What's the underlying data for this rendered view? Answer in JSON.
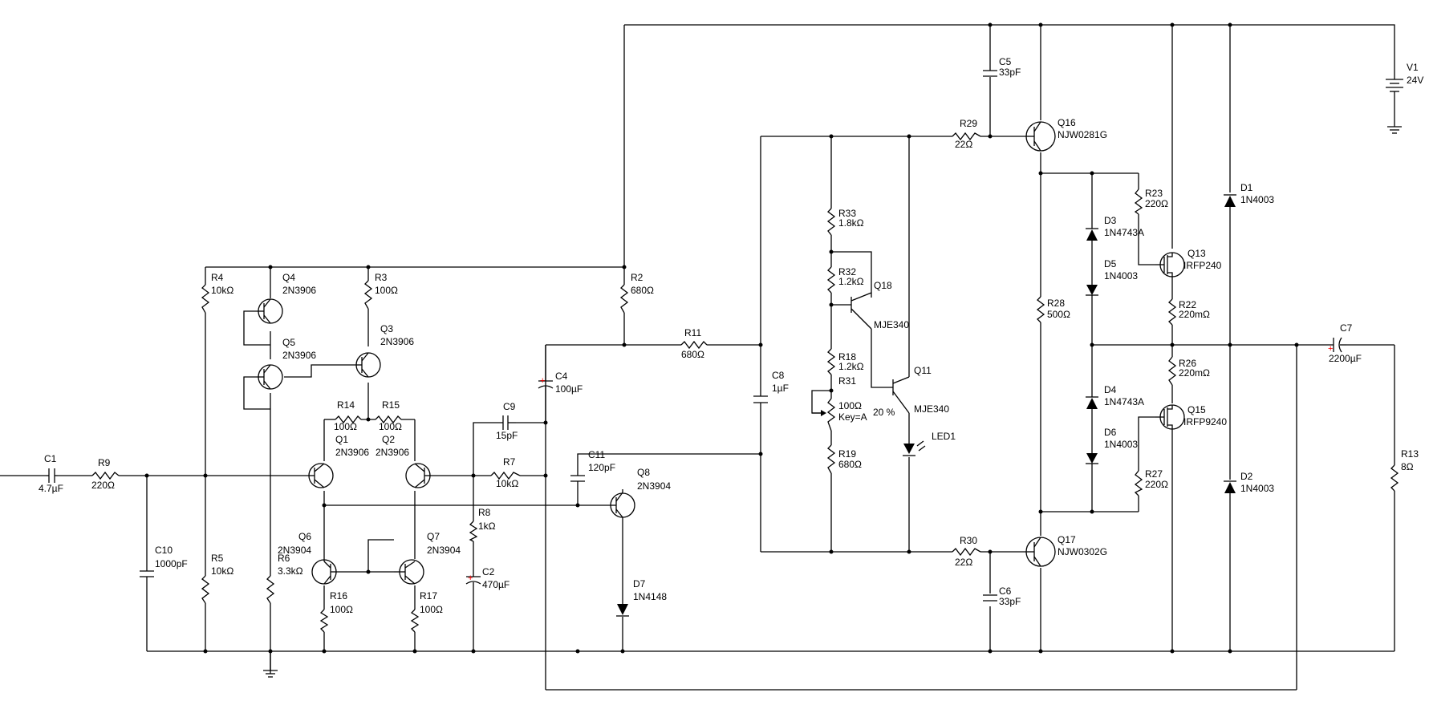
{
  "components": [
    {
      "ref": "C1",
      "value": "4.7µF"
    },
    {
      "ref": "R9",
      "value": "220Ω"
    },
    {
      "ref": "C10",
      "value": "1000pF"
    },
    {
      "ref": "R4",
      "value": "10kΩ"
    },
    {
      "ref": "R5",
      "value": "10kΩ"
    },
    {
      "ref": "R6",
      "value": "3.3kΩ"
    },
    {
      "ref": "Q4",
      "value": "2N3906"
    },
    {
      "ref": "Q5",
      "value": "2N3906"
    },
    {
      "ref": "R3",
      "value": "100Ω"
    },
    {
      "ref": "Q3",
      "value": "2N3906"
    },
    {
      "ref": "R14",
      "value": "100Ω"
    },
    {
      "ref": "R15",
      "value": "100Ω"
    },
    {
      "ref": "Q1",
      "value": "2N3906"
    },
    {
      "ref": "Q2",
      "value": "2N3906"
    },
    {
      "ref": "Q6",
      "value": "2N3904"
    },
    {
      "ref": "Q7",
      "value": "2N3904"
    },
    {
      "ref": "R16",
      "value": "100Ω"
    },
    {
      "ref": "R17",
      "value": "100Ω"
    },
    {
      "ref": "C9",
      "value": "15pF"
    },
    {
      "ref": "R7",
      "value": "10kΩ"
    },
    {
      "ref": "R8",
      "value": "1kΩ"
    },
    {
      "ref": "C2",
      "value": "470µF"
    },
    {
      "ref": "R2",
      "value": "680Ω"
    },
    {
      "ref": "C4",
      "value": "100µF"
    },
    {
      "ref": "C11",
      "value": "120pF"
    },
    {
      "ref": "Q8",
      "value": "2N3904"
    },
    {
      "ref": "D7",
      "value": "1N4148"
    },
    {
      "ref": "R11",
      "value": "680Ω"
    },
    {
      "ref": "C8",
      "value": "1µF"
    },
    {
      "ref": "R33",
      "value": "1.8kΩ"
    },
    {
      "ref": "R32",
      "value": "1.2kΩ"
    },
    {
      "ref": "Q18",
      "value": "MJE340"
    },
    {
      "ref": "R18",
      "value": "1.2kΩ"
    },
    {
      "ref": "R31",
      "value": "100Ω",
      "key": "Key=A",
      "percent": "20 %"
    },
    {
      "ref": "R19",
      "value": "680Ω"
    },
    {
      "ref": "Q11",
      "value": "MJE340"
    },
    {
      "ref": "LED1",
      "value": ""
    },
    {
      "ref": "C5",
      "value": "33pF"
    },
    {
      "ref": "R29",
      "value": "22Ω"
    },
    {
      "ref": "Q16",
      "value": "NJW0281G"
    },
    {
      "ref": "R28",
      "value": "500Ω"
    },
    {
      "ref": "R30",
      "value": "22Ω"
    },
    {
      "ref": "C6",
      "value": "33pF"
    },
    {
      "ref": "Q17",
      "value": "NJW0302G"
    },
    {
      "ref": "D3",
      "value": "1N4743A"
    },
    {
      "ref": "D5",
      "value": "1N4003"
    },
    {
      "ref": "R23",
      "value": "220Ω"
    },
    {
      "ref": "Q13",
      "value": "IRFP240"
    },
    {
      "ref": "R22",
      "value": "220mΩ"
    },
    {
      "ref": "D4",
      "value": "1N4743A"
    },
    {
      "ref": "D6",
      "value": "1N4003"
    },
    {
      "ref": "R26",
      "value": "220mΩ"
    },
    {
      "ref": "Q15",
      "value": "IRFP9240"
    },
    {
      "ref": "R27",
      "value": "220Ω"
    },
    {
      "ref": "D1",
      "value": "1N4003"
    },
    {
      "ref": "D2",
      "value": "1N4003"
    },
    {
      "ref": "C7",
      "value": "2200µF"
    },
    {
      "ref": "R13",
      "value": "8Ω"
    },
    {
      "ref": "V1",
      "value": "24V"
    }
  ],
  "polarity_mark": "+"
}
